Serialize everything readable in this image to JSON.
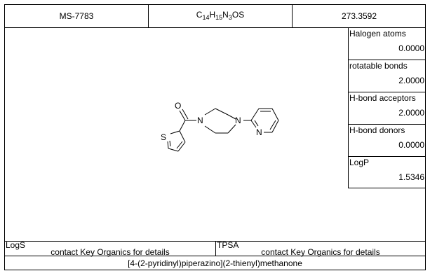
{
  "header": {
    "id": "MS-7783",
    "formula": [
      {
        "t": "C",
        "s": false
      },
      {
        "t": "14",
        "s": true
      },
      {
        "t": "H",
        "s": false
      },
      {
        "t": "15",
        "s": true
      },
      {
        "t": "N",
        "s": false
      },
      {
        "t": "3",
        "s": true
      },
      {
        "t": "OS",
        "s": false
      }
    ],
    "mass": "273.3592"
  },
  "properties": [
    {
      "label": "Halogen atoms",
      "value": "0.0000"
    },
    {
      "label": "rotatable bonds",
      "value": "2.0000"
    },
    {
      "label": "H-bond acceptors",
      "value": "2.0000"
    },
    {
      "label": "H-bond donors",
      "value": "0.0000"
    },
    {
      "label": "LogP",
      "value": "1.5346"
    }
  ],
  "structure": {
    "atoms": {
      "oxygen": "O",
      "nitrogen1": "N",
      "nitrogen2": "N",
      "sulfur": "S",
      "nitrogen_pyridine": "N"
    }
  },
  "bottom": {
    "logs_label": "LogS",
    "logs_value": "contact Key Organics for details",
    "tpsa_label": "TPSA",
    "tpsa_value": "contact Key Organics for details"
  },
  "name": "[4-(2-pyridinyl)piperazino](2-thienyl)methanone"
}
